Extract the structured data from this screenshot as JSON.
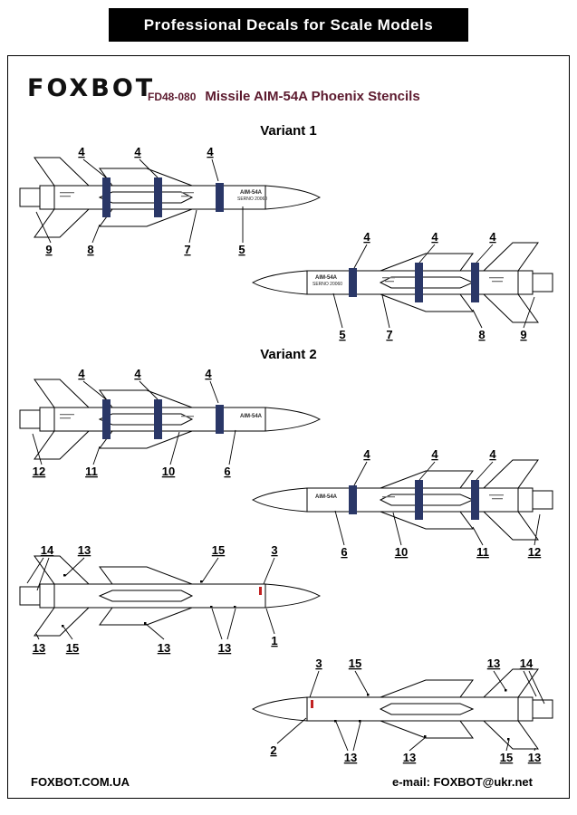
{
  "header": {
    "title": "Professional Decals for Scale Models"
  },
  "brand": {
    "logo": "FOXBOT",
    "code": "FD48-080",
    "title": "Missile AIM-54A Phoenix Stencils"
  },
  "sections": {
    "variant1": "Variant 1",
    "variant2": "Variant 2"
  },
  "stencils": {
    "name": "AIM-54A",
    "serial": "SERNO 20060"
  },
  "figures": {
    "fig1": {
      "top": [
        "4",
        "4",
        "4"
      ],
      "bottom": [
        "9",
        "8",
        "7",
        "5"
      ]
    },
    "fig2": {
      "top": [
        "4",
        "4",
        "4"
      ],
      "bottom": [
        "5",
        "7",
        "8",
        "9"
      ]
    },
    "fig3": {
      "top": [
        "4",
        "4",
        "4"
      ],
      "bottom": [
        "12",
        "11",
        "10",
        "6"
      ]
    },
    "fig4": {
      "top": [
        "4",
        "4",
        "4"
      ],
      "bottom": [
        "6",
        "10",
        "11",
        "12"
      ]
    },
    "fig5": {
      "top": [
        "14",
        "13",
        "15",
        "3"
      ],
      "bottom": [
        "13",
        "15",
        "13",
        "13",
        "1"
      ]
    },
    "fig6": {
      "top": [
        "3",
        "15",
        "13",
        "14"
      ],
      "bottom": [
        "2",
        "13",
        "13",
        "15",
        "13"
      ]
    }
  },
  "footer": {
    "website": "FOXBOT.COM.UA",
    "email": "e-mail: FOXBOT@ukr.net"
  },
  "colors": {
    "band": "#2a3767",
    "title_accent": "#5c1a2e",
    "red_stencil": "#c22222"
  }
}
